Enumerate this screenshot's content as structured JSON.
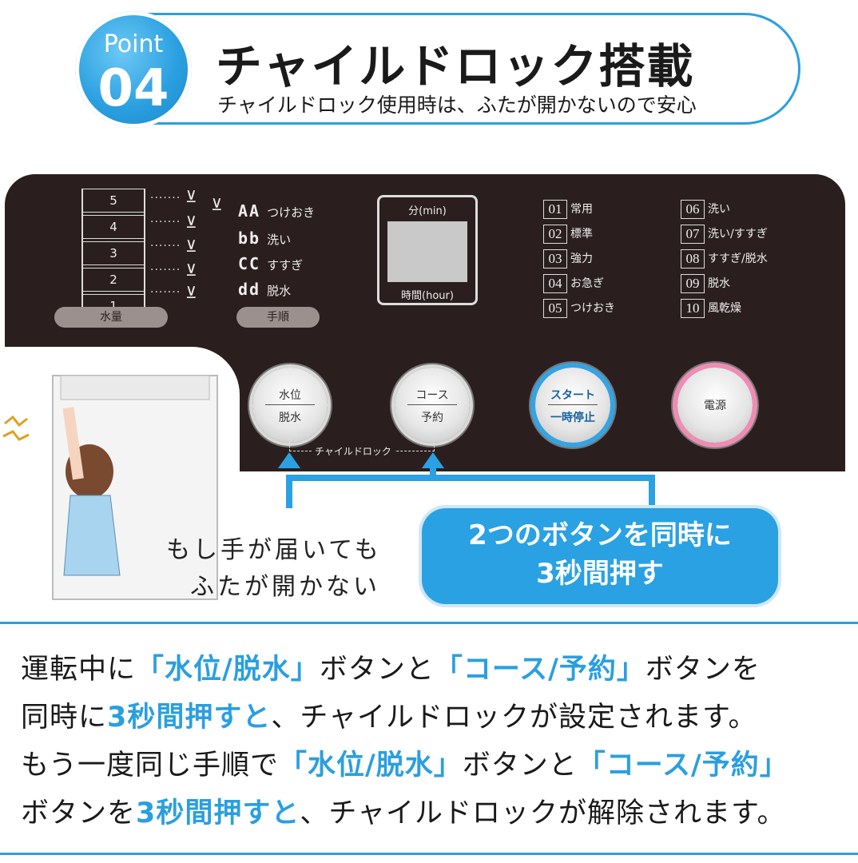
{
  "header": {
    "point_label": "Point",
    "point_number": "04",
    "title": "チャイルドロック搭載",
    "subtitle": "チャイルドロック使用時は、ふたが開かないので安心"
  },
  "panel": {
    "water_levels": [
      "5",
      "4",
      "3",
      "2",
      "1"
    ],
    "water_label": "水量",
    "steps": [
      {
        "code": "AA",
        "label": "つけおき"
      },
      {
        "code": "bb",
        "label": "洗い"
      },
      {
        "code": "CC",
        "label": "すすぎ"
      },
      {
        "code": "dd",
        "label": "脱水"
      }
    ],
    "steps_label": "手順",
    "display_top": "分(min)",
    "display_bottom": "時間(hour)",
    "courses_left": [
      {
        "num": "01",
        "label": "常用"
      },
      {
        "num": "02",
        "label": "標準"
      },
      {
        "num": "03",
        "label": "強力"
      },
      {
        "num": "04",
        "label": "お急ぎ"
      },
      {
        "num": "05",
        "label": "つけおき"
      }
    ],
    "courses_right": [
      {
        "num": "06",
        "label": "洗い"
      },
      {
        "num": "07",
        "label": "洗い/すすぎ"
      },
      {
        "num": "08",
        "label": "すすぎ/脱水"
      },
      {
        "num": "09",
        "label": "脱水"
      },
      {
        "num": "10",
        "label": "風乾燥"
      }
    ],
    "buttons": {
      "water_top": "水位",
      "water_bottom": "脱水",
      "course_top": "コース",
      "course_bottom": "予約",
      "start_top": "スタート",
      "start_bottom": "一時停止",
      "power": "電源"
    },
    "child_lock_label": "チャイルドロック"
  },
  "callout": {
    "line1": "2つのボタンを同時に",
    "line2": "3秒間押す"
  },
  "handwriting": {
    "line1": "もし手が届いても",
    "line2": "ふたが開かない"
  },
  "description": {
    "l1a": "運転中に",
    "l1b": "「水位/脱水」",
    "l1c": "ボタンと",
    "l1d": "「コース/予約」",
    "l1e": "ボタンを",
    "l2a": "同時に",
    "l2b": "3秒間押すと",
    "l2c": "、チャイルドロックが設定されます。",
    "l3a": "もう一度同じ手順で",
    "l3b": "「水位/脱水」",
    "l3c": "ボタンと",
    "l3d": "「コース/予約」",
    "l4a": "ボタンを",
    "l4b": "3秒間押すと",
    "l4c": "、チャイルドロックが解除されます。"
  },
  "colors": {
    "accent": "#2a9fe0",
    "panel": "#2a1f1e",
    "power_ring": "#f08cb4"
  }
}
